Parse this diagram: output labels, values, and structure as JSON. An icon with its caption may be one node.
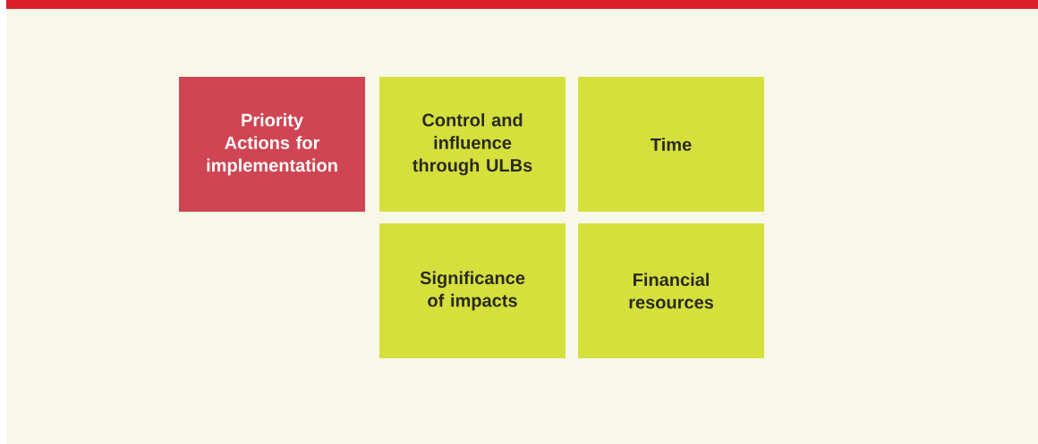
{
  "diagram": {
    "nodes": [
      {
        "text": [
          "Priority Actions for implementation"
        ]
      },
      {
        "text": [
          "Control and influence through ULBs"
        ]
      },
      {
        "text": [
          "Time"
        ]
      },
      {
        "text": [
          "Significance of impacts"
        ]
      },
      {
        "text": [
          "Financial resources"
        ]
      }
    ]
  }
}
